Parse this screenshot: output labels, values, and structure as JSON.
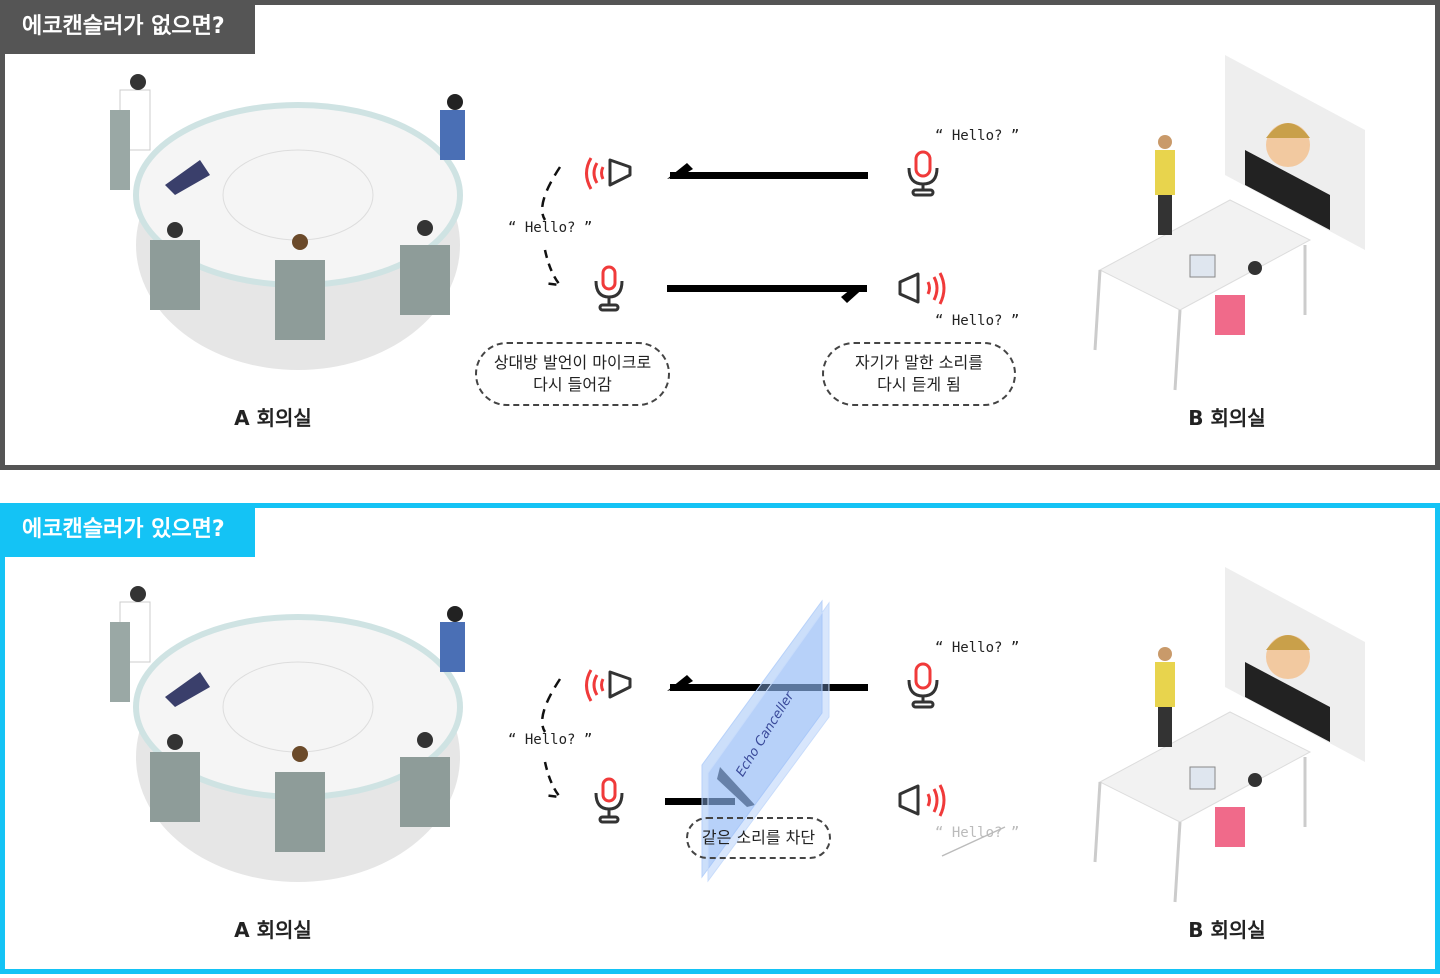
{
  "without": {
    "title": "에코캔슬러가 없으면?",
    "hello_left": "“ Hello? ”",
    "hello_right_top": "“ Hello? ”",
    "hello_right_bottom": "“ Hello? ”",
    "bubble_left": [
      "상대방 발언이 마이크로",
      "다시 들어감"
    ],
    "bubble_right": [
      "자기가 말한 소리를",
      "다시 듣게 됨"
    ],
    "room_a": "A 회의실",
    "room_b": "B 회의실"
  },
  "with": {
    "title": "에코캔슬러가 있으면?",
    "hello_left": "“ Hello? ”",
    "hello_right_top": "“ Hello? ”",
    "hello_right_bottom": "“ Hello? ”",
    "echo_canceller": "Echo Canceller",
    "bubble_center": "같은 소리를 차단",
    "room_a": "A 회의실",
    "room_b": "B 회의실"
  },
  "colors": {
    "panel1_border": "#555555",
    "panel2_border": "#14c3f5",
    "accent_red": "#f03a3a",
    "glass_blue": "#8fb8f5"
  }
}
